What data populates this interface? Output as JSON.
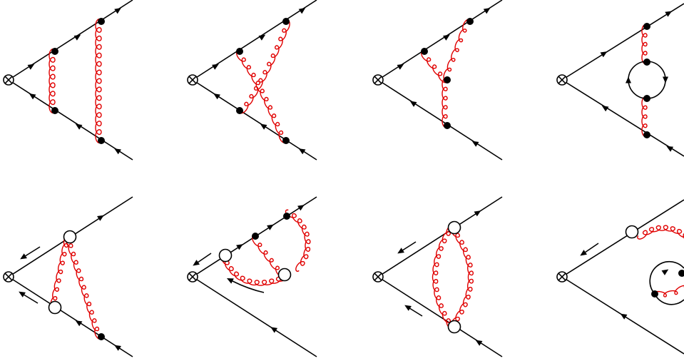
{
  "figure": {
    "rows": 2,
    "columns": 4,
    "panel_count": 8
  },
  "colors": {
    "fermion_line": "#000000",
    "gluon_line": "#e00000",
    "vertex_fill": "#000000",
    "open_vertex_fill": "#ffffff",
    "background": "#ffffff"
  },
  "icons": {
    "current_insertion": "otimes-circle-icon",
    "vertex": "filled-dot-icon",
    "effective_vertex": "open-circle-icon",
    "momentum_arrow": "arrow-icon"
  }
}
